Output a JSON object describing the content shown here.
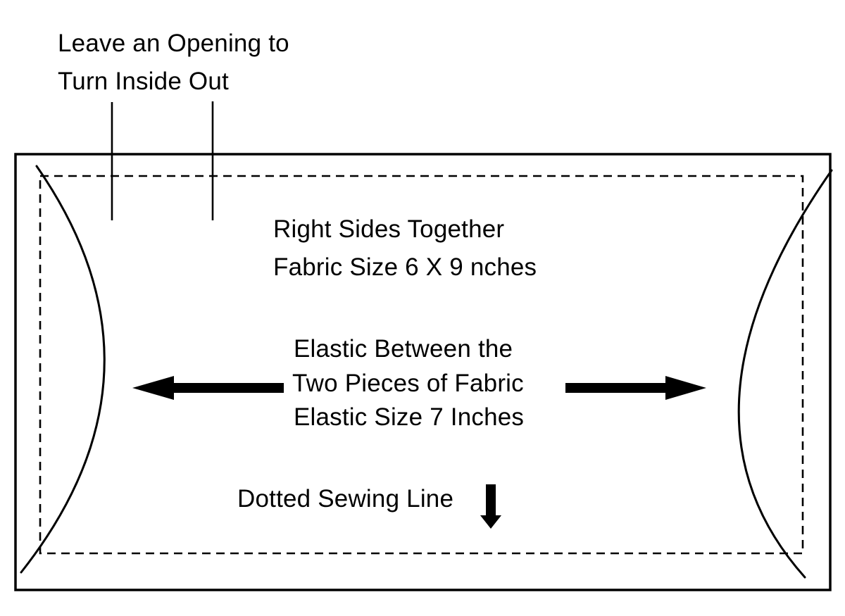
{
  "colors": {
    "ink": "#000000",
    "background": "#ffffff"
  },
  "annotations": {
    "opening_note": {
      "lines": [
        "Leave an Opening to",
        "Turn Inside Out"
      ]
    },
    "fabric_note": {
      "lines": [
        "Right Sides Together",
        "Fabric Size 6 X 9 nches"
      ]
    },
    "elastic_note": {
      "lines": [
        "Elastic Between the",
        "Two Pieces of Fabric",
        "Elastic Size 7 Inches"
      ]
    },
    "sewing_note": {
      "label": "Dotted Sewing Line"
    }
  },
  "icons": {
    "elastic_arrow_left": "arrow-left-icon",
    "elastic_arrow_right": "arrow-right-icon",
    "sewing_arrow_down": "arrow-down-icon"
  }
}
